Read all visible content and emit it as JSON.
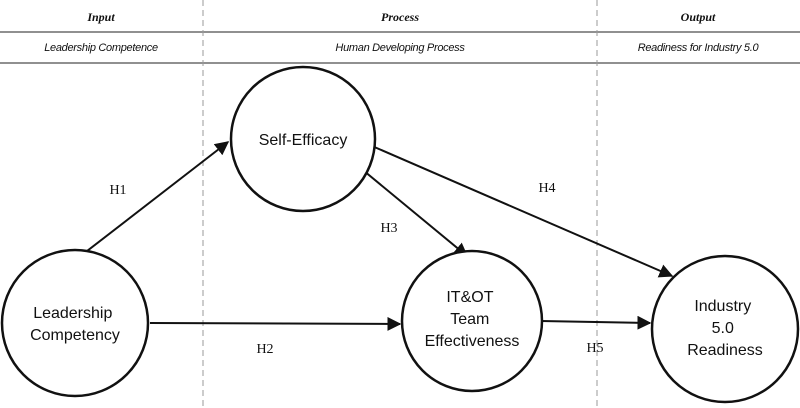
{
  "columns": [
    {
      "header": "Input",
      "subheader": "Leadership Competence"
    },
    {
      "header": "Process",
      "subheader": "Human Developing Process"
    },
    {
      "header": "Output",
      "subheader": "Readiness for Industry 5.0"
    }
  ],
  "nodes": {
    "leadership": [
      "Leadership",
      "Competency"
    ],
    "self_efficacy": [
      "Self-Efficacy"
    ],
    "team": [
      "IT&OT",
      "Team",
      "Effectiveness"
    ],
    "industry": [
      "Industry",
      "5.0",
      "Readiness"
    ]
  },
  "hypotheses": {
    "h1": "H1",
    "h2": "H2",
    "h3": "H3",
    "h4": "H4",
    "h5": "H5"
  }
}
